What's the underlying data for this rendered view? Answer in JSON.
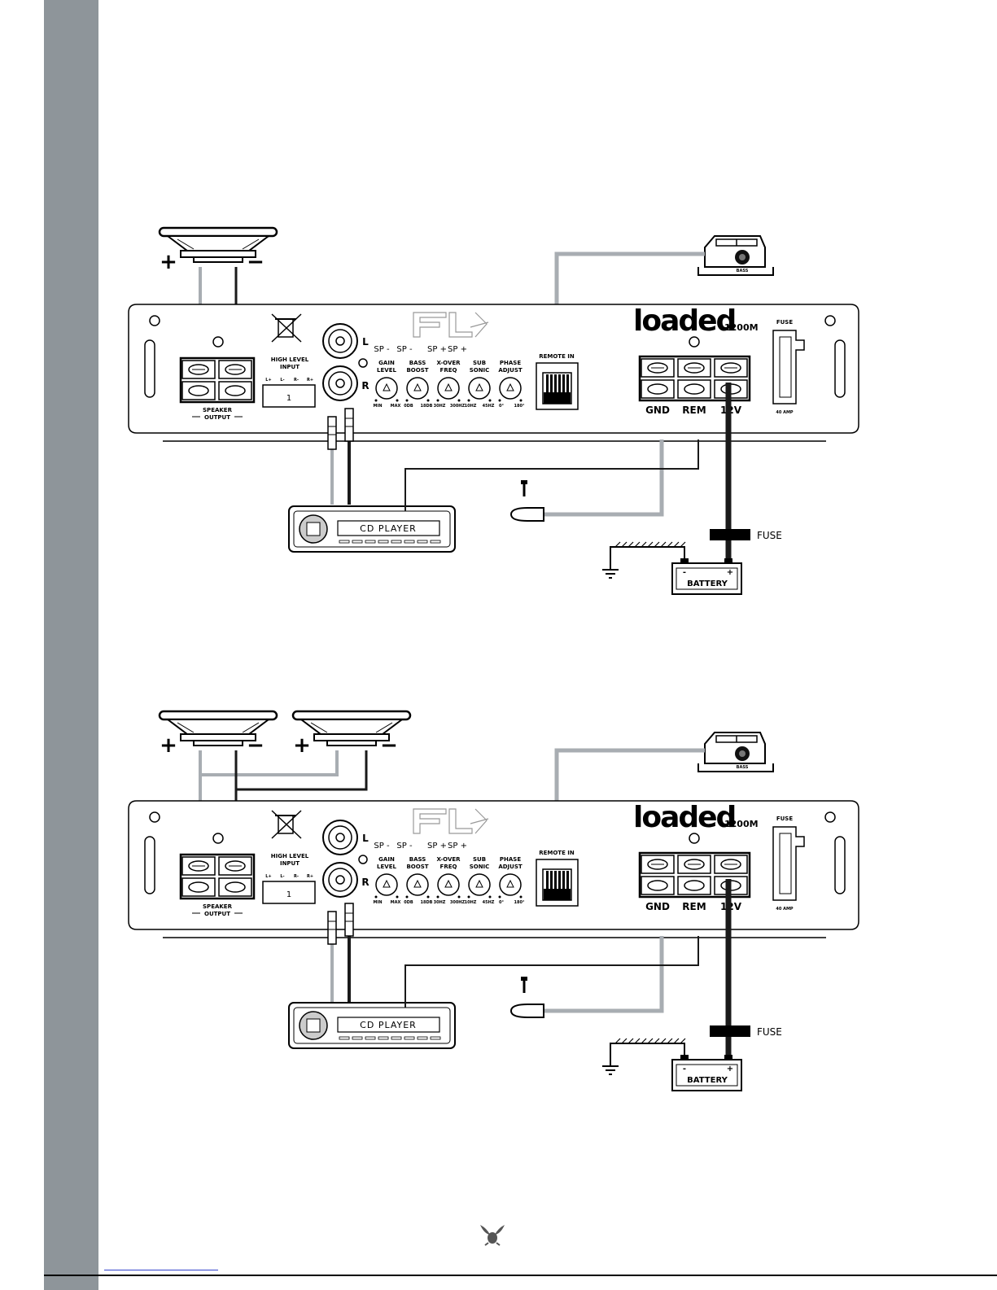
{
  "amp": {
    "brand": "loaded",
    "model": "1200M",
    "fuse_label": "FUSE",
    "fuse_rating": "40 AMP",
    "remote_in_label": "REMOTE IN",
    "high_level_input_line1": "HIGH LEVEL",
    "high_level_input_line2": "INPUT",
    "high_level_pins": [
      "L+",
      "L-",
      "R-",
      "R+"
    ],
    "high_level_connector_number": "1",
    "speaker_output_line1": "SPEAKER",
    "speaker_output_line2": "OUTPUT",
    "rca_left": "L",
    "rca_right": "R",
    "sp_labels": [
      "SP -",
      "SP -",
      "SP +",
      "SP +"
    ],
    "power_terminals": [
      "GND",
      "REM",
      "12V"
    ],
    "knobs": [
      {
        "line1": "GAIN",
        "line2": "LEVEL",
        "min": "MIN",
        "max": "MAX"
      },
      {
        "line1": "BASS",
        "line2": "BOOST",
        "min": "0DB",
        "max": "18DB"
      },
      {
        "line1": "X-OVER",
        "line2": "FREQ",
        "min": "30HZ",
        "max": "300HZ"
      },
      {
        "line1": "SUB",
        "line2": "SONIC",
        "min": "10HZ",
        "max": "45HZ"
      },
      {
        "line1": "PHASE",
        "line2": "ADJUST",
        "min": "0°",
        "max": "180°"
      }
    ]
  },
  "remote_knob_label": "BASS",
  "cd_player_label": "CD PLAYER",
  "battery_label": "BATTERY",
  "external_fuse_label": "FUSE",
  "speaker_plus": "+",
  "speaker_minus": "−",
  "colors": {
    "sidebar": "#8e959a",
    "wire_gray": "#a8adb2",
    "wire_black": "#1a1a1a"
  }
}
